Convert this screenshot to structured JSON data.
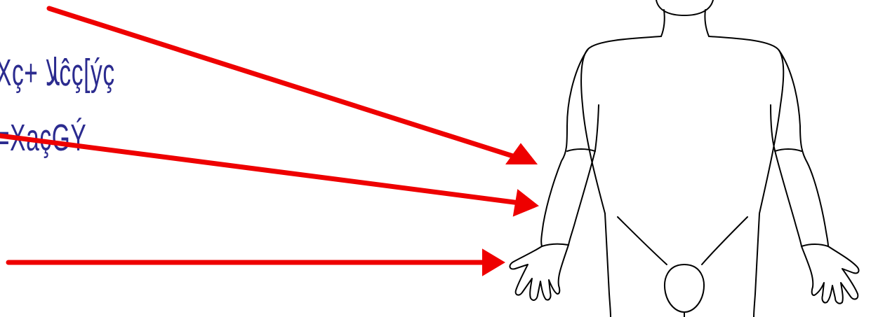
{
  "diagram": {
    "labels": [
      {
        "text": "Xç+ ﻼĉç[ýç"
      },
      {
        "text": "=XaçGÝ"
      }
    ],
    "colors": {
      "arrow": "#ee0000",
      "text": "#2b2b8f",
      "figure_outline": "#000000"
    },
    "figure": "human-body-outline",
    "arrow_count": 3
  }
}
